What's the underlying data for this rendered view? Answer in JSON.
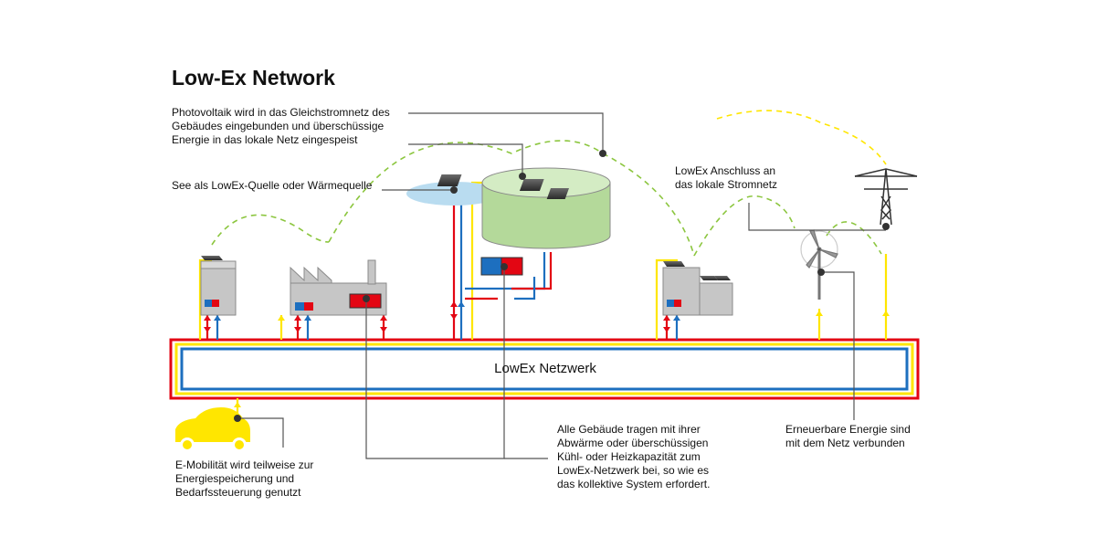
{
  "title": "Low-Ex Network",
  "network_label": "LowEx Netzwerk",
  "annotations": {
    "photovoltaik": "Photovoltaik wird in das Gleichstromnetz des\nGebäudes eingebunden und überschüssige\nEnergie in das lokale Netz eingespeist",
    "see": "See als LowEx-Quelle oder Wärmequelle",
    "anschluss": "LowEx Anschluss an\ndas lokale Stromnetz",
    "gebaeude": "Alle Gebäude tragen mit ihrer\nAbwärme oder überschüssigen\nKühl- oder Heizkapazität zum\nLowEx-Netzwerk bei, so wie es\ndas kollektive System erfordert.",
    "erneuerbar": "Erneuerbare Energie sind\nmit dem Netz verbunden",
    "emobility": "E-Mobilität wird teilweise zur\nEnergiespeicherung und\nBedarfssteuerung genutzt"
  },
  "colors": {
    "hot": "#e30613",
    "cold": "#1d6fbf",
    "power": "#ffe600",
    "green": "#8cc63f",
    "building": "#c6c6c6",
    "tank": "#b4d99a",
    "lake": "#b9dcf0",
    "leader": "#555555"
  }
}
